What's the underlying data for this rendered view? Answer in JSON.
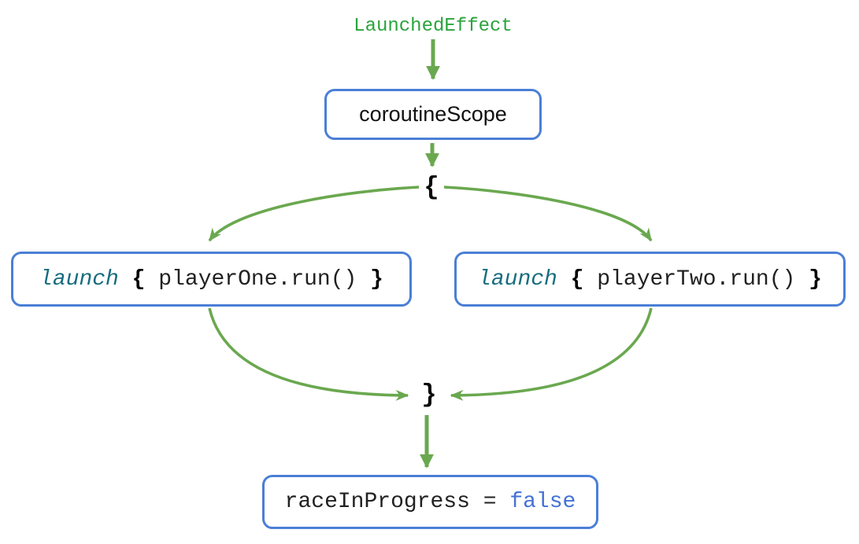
{
  "colors": {
    "arrow_green": "#6aa84f",
    "label_green": "#2aa43c",
    "border_blue": "#4a7fd6",
    "keyword_teal": "#166d7e",
    "value_blue": "#4472d4",
    "code_black": "#212121"
  },
  "top_label": "LaunchedEffect",
  "scope_box": {
    "label": "coroutineScope"
  },
  "fork": {
    "open_brace": "{",
    "close_brace": "}"
  },
  "left_box": {
    "keyword": "launch",
    "brace_open": " { ",
    "code": "playerOne.run()",
    "brace_close": " }"
  },
  "right_box": {
    "keyword": "launch",
    "brace_open": " { ",
    "code": "playerTwo.run()",
    "brace_close": " }"
  },
  "result_box": {
    "code": "raceInProgress = ",
    "value": "false"
  }
}
